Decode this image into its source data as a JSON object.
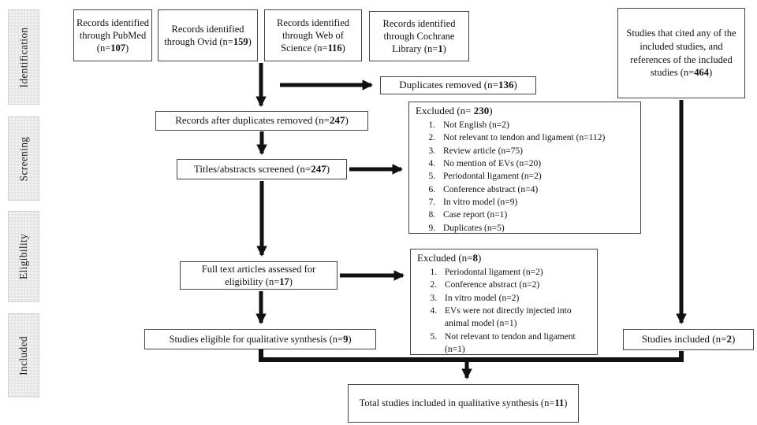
{
  "colors": {
    "line": "#111111",
    "box_border": "#454545",
    "sidebar_bg": "#e6e6e6",
    "sidebar_border": "#d2d2d2",
    "background": "#ffffff"
  },
  "sidebar": {
    "stages": [
      {
        "label": "Identification"
      },
      {
        "label": "Screening"
      },
      {
        "label": "Eligibility"
      },
      {
        "label": "Included"
      }
    ]
  },
  "boxes": {
    "pubmed": {
      "pre": "Records identified through PubMed (n=",
      "num": "107",
      "post": ")"
    },
    "ovid": {
      "pre": "Records identified through Ovid (n=",
      "num": "159",
      "post": ")"
    },
    "web_of_science": {
      "pre": "Records identified through Web of Science (n=",
      "num": "116",
      "post": ")"
    },
    "cochrane": {
      "pre": "Records identified through Cochrane Library (n=",
      "num": "1",
      "post": ")"
    },
    "cited": {
      "pre": "Studies that cited any of the included studies, and references of the included studies (n=",
      "num": "464",
      "post": ")"
    },
    "duplicates_removed": {
      "pre": "Duplicates removed (n=",
      "num": "136",
      "post": ")"
    },
    "after_duplicates": {
      "pre": "Records after duplicates removed (n=",
      "num": "247",
      "post": ")"
    },
    "titles_screened": {
      "pre": "Titles/abstracts screened (n=",
      "num": "247",
      "post": ")"
    },
    "excluded_screening": {
      "title_pre": "Excluded (n= ",
      "title_num": "230",
      "title_post": ")",
      "items": [
        "Not English (n=2)",
        "Not relevant to tendon and ligament (n=112)",
        "Review article (n=75)",
        "No mention of EVs (n=20)",
        "Periodontal ligament (n=2)",
        "Conference abstract (n=4)",
        "In vitro model (n=9)",
        "Case report (n=1)",
        "Duplicates (n=5)"
      ]
    },
    "fulltext": {
      "pre": "Full text articles assessed for eligibility (n=",
      "num": "17",
      "post": ")"
    },
    "excluded_eligibility": {
      "title_pre": "Excluded (n=",
      "title_num": "8",
      "title_post": ")",
      "items": [
        "Periodontal ligament (n=2)",
        "Conference abstract (n=2)",
        "In vitro model (n=2)",
        "EVs were not directly injected into animal model (n=1)",
        "Not relevant to tendon and ligament (n=1)"
      ]
    },
    "eligible": {
      "pre": "Studies eligible for qualitative synthesis (n=",
      "num": "9",
      "post": ")"
    },
    "included": {
      "pre": "Studies included (n=",
      "num": "2",
      "post": ")"
    },
    "total": {
      "pre": "Total studies included in qualitative synthesis (n=",
      "num": "11",
      "post": ")"
    }
  }
}
